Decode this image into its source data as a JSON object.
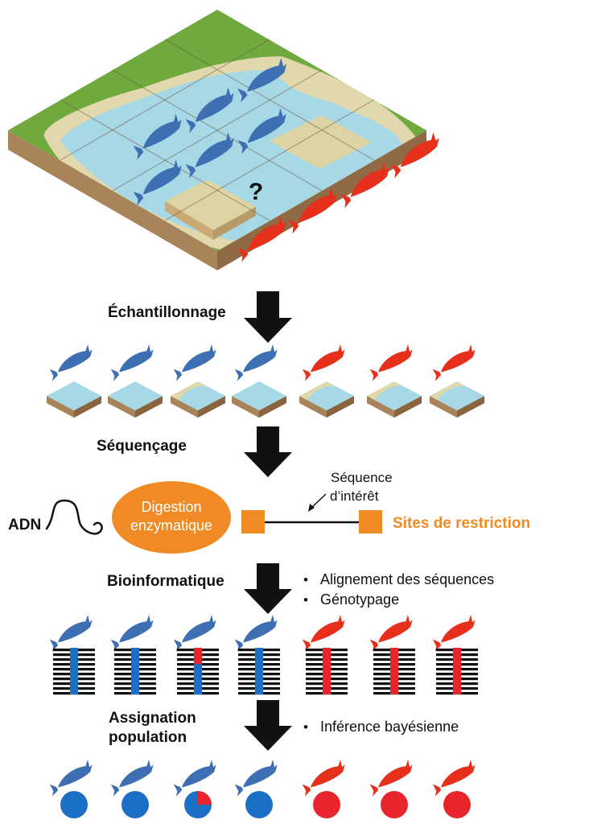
{
  "steps": {
    "sampling": "Échantillonnage",
    "sequencing": "Séquençage",
    "bioinformatics": "Bioinformatique",
    "assignment_line1": "Assignation",
    "assignment_line2": "population"
  },
  "landscape": {
    "unknown_mark": "?"
  },
  "sequencing": {
    "dna_label": "ADN",
    "digestion_line1": "Digestion",
    "digestion_line2": "enzymatique",
    "sequence_line1": "Séquence",
    "sequence_line2": "d’intérêt",
    "restriction_sites": "Sites de restriction"
  },
  "bioinfo_bullets": [
    "Alignement des séquences",
    "Génotypage"
  ],
  "assignment_bullet": "Inférence bayésienne",
  "bullet_char": "•",
  "colors": {
    "blue_fish": "#3f6fb3",
    "red_fish": "#e6301c",
    "water": "#a7d8e6",
    "sand": "#e0d8ab",
    "grass": "#70aa3f",
    "soil": "#a67c52",
    "accent_orange": "#f08a24",
    "marker_blue": "#1b6fc4",
    "marker_red": "#e8252c"
  },
  "samples": [
    {
      "fish": "blue",
      "tile": "water",
      "genotype": "blue",
      "assign_red_fraction": 0
    },
    {
      "fish": "blue",
      "tile": "water",
      "genotype": "blue",
      "assign_red_fraction": 0
    },
    {
      "fish": "blue",
      "tile": "sand-water",
      "genotype": "mixed",
      "assign_red_fraction": 0.25
    },
    {
      "fish": "blue",
      "tile": "water",
      "genotype": "blue",
      "assign_red_fraction": 0
    },
    {
      "fish": "red",
      "tile": "sand-water",
      "genotype": "red",
      "assign_red_fraction": 1
    },
    {
      "fish": "red",
      "tile": "sand-water",
      "genotype": "red",
      "assign_red_fraction": 1
    },
    {
      "fish": "red",
      "tile": "sand-water",
      "genotype": "red",
      "assign_red_fraction": 1
    }
  ]
}
